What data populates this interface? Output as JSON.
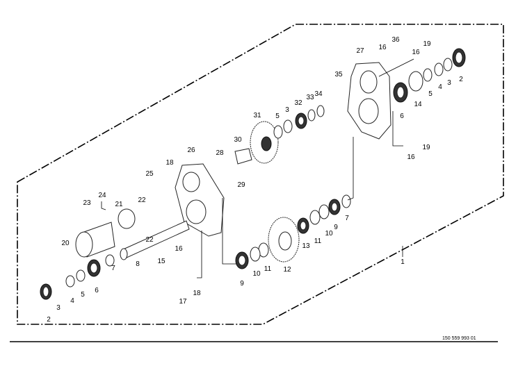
{
  "diagram": {
    "document_number": "150 559 993 01",
    "callouts": [
      "36",
      "16",
      "27",
      "16",
      "19",
      "35",
      "2",
      "3",
      "4",
      "5",
      "14",
      "6",
      "34",
      "33",
      "32",
      "3",
      "5",
      "31",
      "30",
      "28",
      "29",
      "18",
      "26",
      "25",
      "24",
      "23",
      "21",
      "22",
      "22",
      "19",
      "16",
      "7",
      "9",
      "10",
      "11",
      "13",
      "12",
      "11",
      "10",
      "9",
      "20",
      "8",
      "15",
      "16",
      "7",
      "6",
      "5",
      "4",
      "3",
      "2",
      "17",
      "18",
      "1"
    ]
  }
}
